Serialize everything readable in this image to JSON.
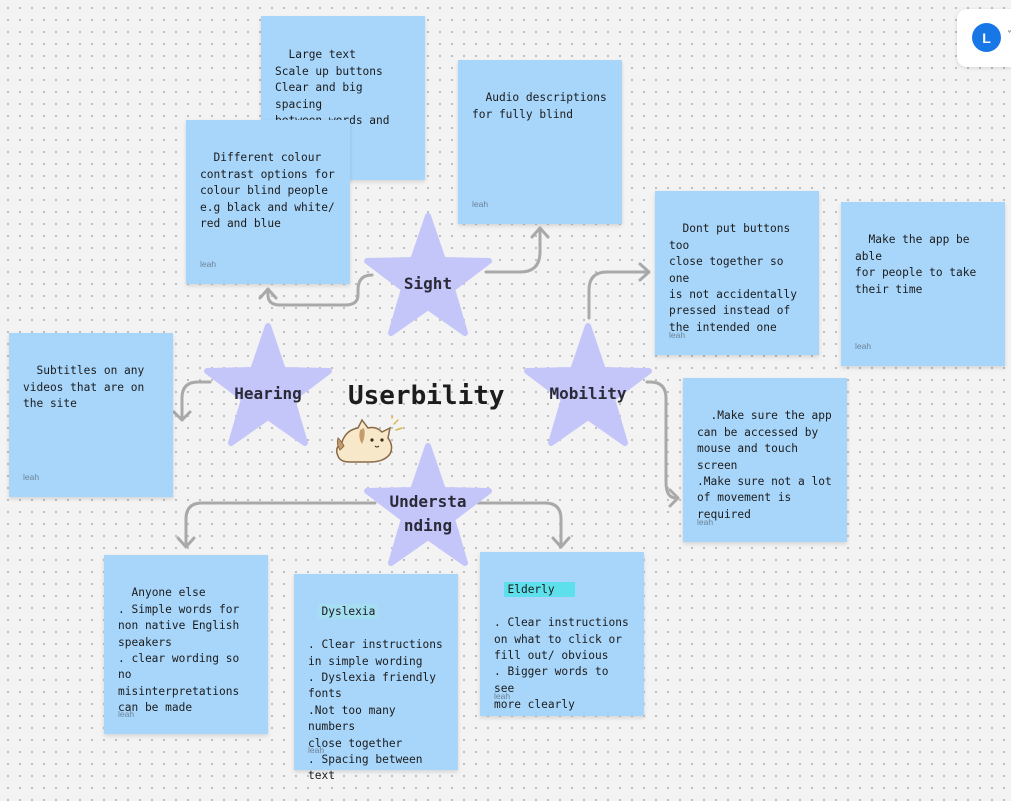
{
  "title": "Userbility",
  "user": {
    "initial": "L"
  },
  "colors": {
    "sticky": "#a8d6fb",
    "star": "#c4c6fa",
    "connector": "#a9a9a9",
    "highlight_teal": "#5ee0ec",
    "highlight_blue": "#9ed4ef"
  },
  "stars": {
    "sight": "Sight",
    "hearing": "Hearing",
    "mobility": "Mobility",
    "understanding": "Understa\nnding"
  },
  "notes": {
    "large_text": {
      "text": "Large text\nScale up buttons\nClear and big spacing\nbetween words and\nbuttons"
    },
    "colour_contrast": {
      "text": "Different colour\ncontrast options for\ncolour blind people\ne.g black and white/\nred and blue",
      "author": "leah"
    },
    "audio": {
      "text": "Audio descriptions\nfor fully blind",
      "author": "leah"
    },
    "subtitles": {
      "text": "Subtitles on any\nvideos that are on\nthe site",
      "author": "leah"
    },
    "buttons_spacing": {
      "text": "Dont put buttons too\nclose together so one\nis not accidentally\npressed instead of\nthe intended one",
      "author": "leah"
    },
    "take_time": {
      "text": "Make the app be able\nfor people to take\ntheir time",
      "author": "leah"
    },
    "access": {
      "text": ".Make sure the app\ncan be accessed by\nmouse and touch\nscreen\n.Make sure not a lot\nof movement is\nrequired",
      "author": "leah"
    },
    "anyone": {
      "text": "Anyone else\n. Simple words for\nnon native English\nspeakers\n. clear wording so no\nmisinterpretations\ncan be made",
      "author": "leah"
    },
    "dyslexia": {
      "heading": "Dyslexia",
      "text": ". Clear instructions\nin simple wording\n. Dyslexia friendly\nfonts\n.Not too many numbers\nclose together\n. Spacing between\ntext",
      "author": "leah"
    },
    "elderly": {
      "heading": "Elderly",
      "text": ". Clear instructions\non what to click or\nfill out/ obvious\n. Bigger words to see\nmore clearly",
      "author": "leah"
    }
  }
}
